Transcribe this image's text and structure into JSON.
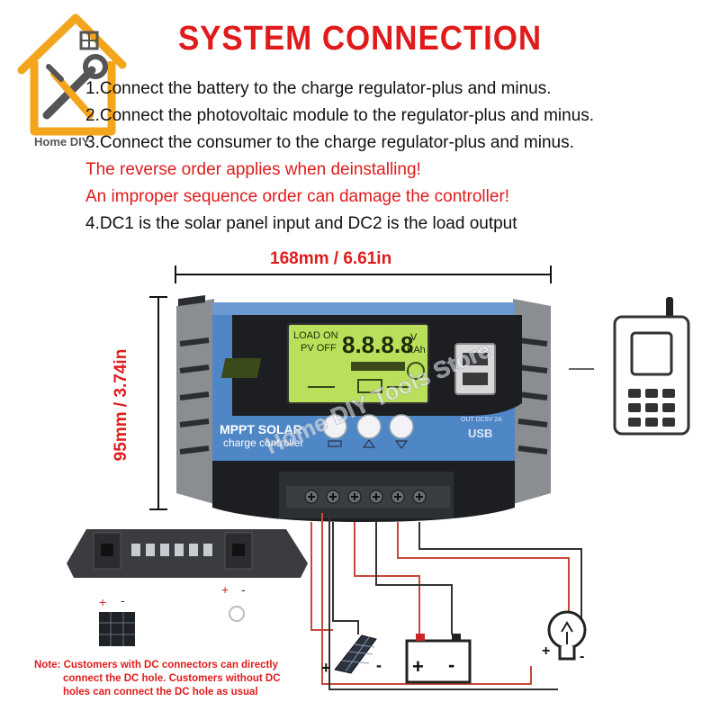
{
  "title": "SYSTEM CONNECTION",
  "instructions": {
    "line1": "1.Connect the battery to the charge regulator-plus and minus.",
    "line2": "2.Connect the photovoltaic module to the regulator-plus and minus.",
    "line3": "3.Connect the consumer to the charge regulator-plus and minus.",
    "warning1": "The reverse order applies when deinstalling!",
    "warning2": "An improper sequence order can damage the controller!",
    "line4": "4.DC1 is the solar panel input and DC2 is the load output"
  },
  "logo": {
    "text": "Home DIY"
  },
  "dimensions": {
    "width": "168mm / 6.61in",
    "height": "95mm / 3.74in"
  },
  "controller": {
    "brand_line1": "MPPT SOLAR",
    "brand_line2": "charge controller",
    "lcd_load_on": "LOAD ON",
    "lcd_pv_off": "PV OFF",
    "lcd_digits": "8.8.8.8",
    "lcd_unit_v": "V",
    "lcd_unit_kah": "KAh",
    "usb_label": "OUT DC5V 2A",
    "usb_logo": "USB",
    "watermark": "Home DIY Tools Store"
  },
  "polarity": {
    "plus": "+",
    "minus": "-"
  },
  "note": {
    "line1": "Note: Customers with DC connectors can directly",
    "line2": "connect the DC hole. Customers without DC",
    "line3": "holes can connect the DC hole as usual"
  },
  "colors": {
    "accent_red": "#e01b1b",
    "controller_blue": "#4f86c6",
    "lcd_green": "#b9e05a"
  }
}
